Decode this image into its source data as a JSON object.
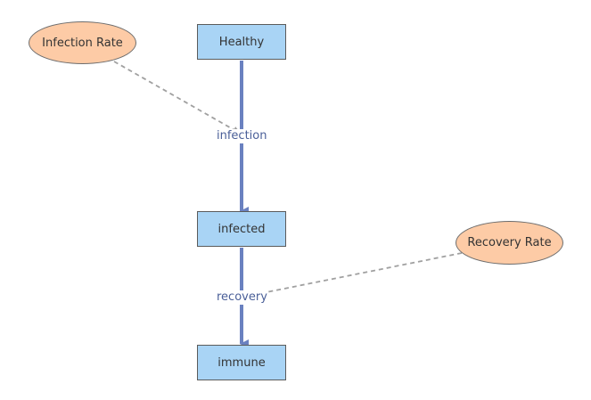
{
  "stocks": {
    "healthy": "Healthy",
    "infected": "infected",
    "immune": "immune"
  },
  "flows": {
    "infection": "infection",
    "recovery": "recovery"
  },
  "parameters": {
    "infection_rate": "Infection Rate",
    "recovery_rate": "Recovery Rate"
  },
  "colors": {
    "stock_fill": "#a9d4f5",
    "parameter_fill": "#fdcba6",
    "flow_line": "#6a81c0",
    "link_line": "#a0a0a0"
  }
}
